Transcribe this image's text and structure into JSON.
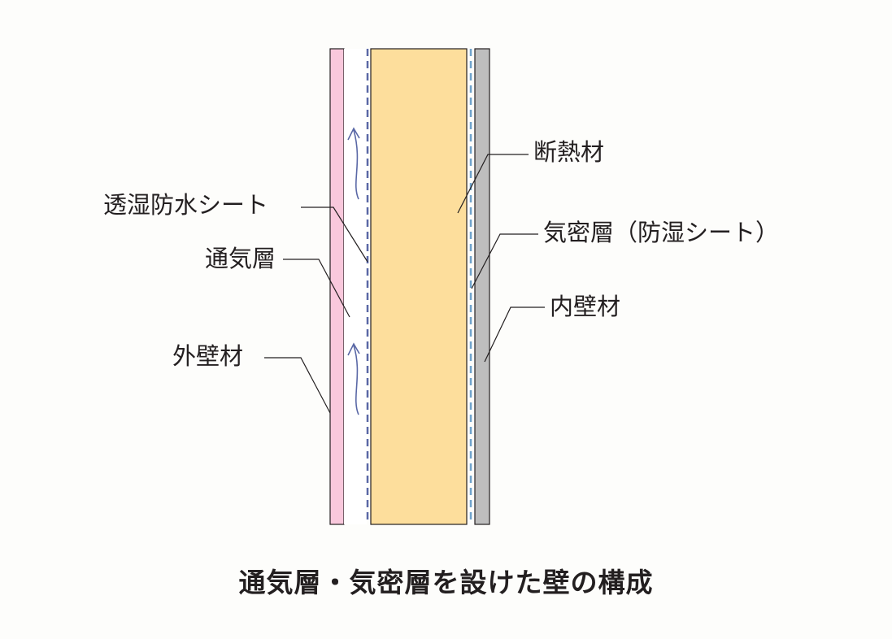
{
  "labels": {
    "insulation": "断熱材",
    "breathable_membrane": "透湿防水シート",
    "vapor_barrier": "気密層（防湿シート）",
    "ventilation_layer": "通気層",
    "interior_wall": "内壁材",
    "exterior_wall": "外壁材"
  },
  "caption": "通気層・気密層を設けた壁の構成",
  "colors": {
    "exterior_wall": "#f9c8dc",
    "insulation": "#fdde9c",
    "interior_wall": "#bebebe",
    "membrane_dash": "#5a68a6",
    "vapor_dash": "#6fa3cc",
    "airflow_arrow": "#5a68a6",
    "leader_line": "#231f20"
  }
}
